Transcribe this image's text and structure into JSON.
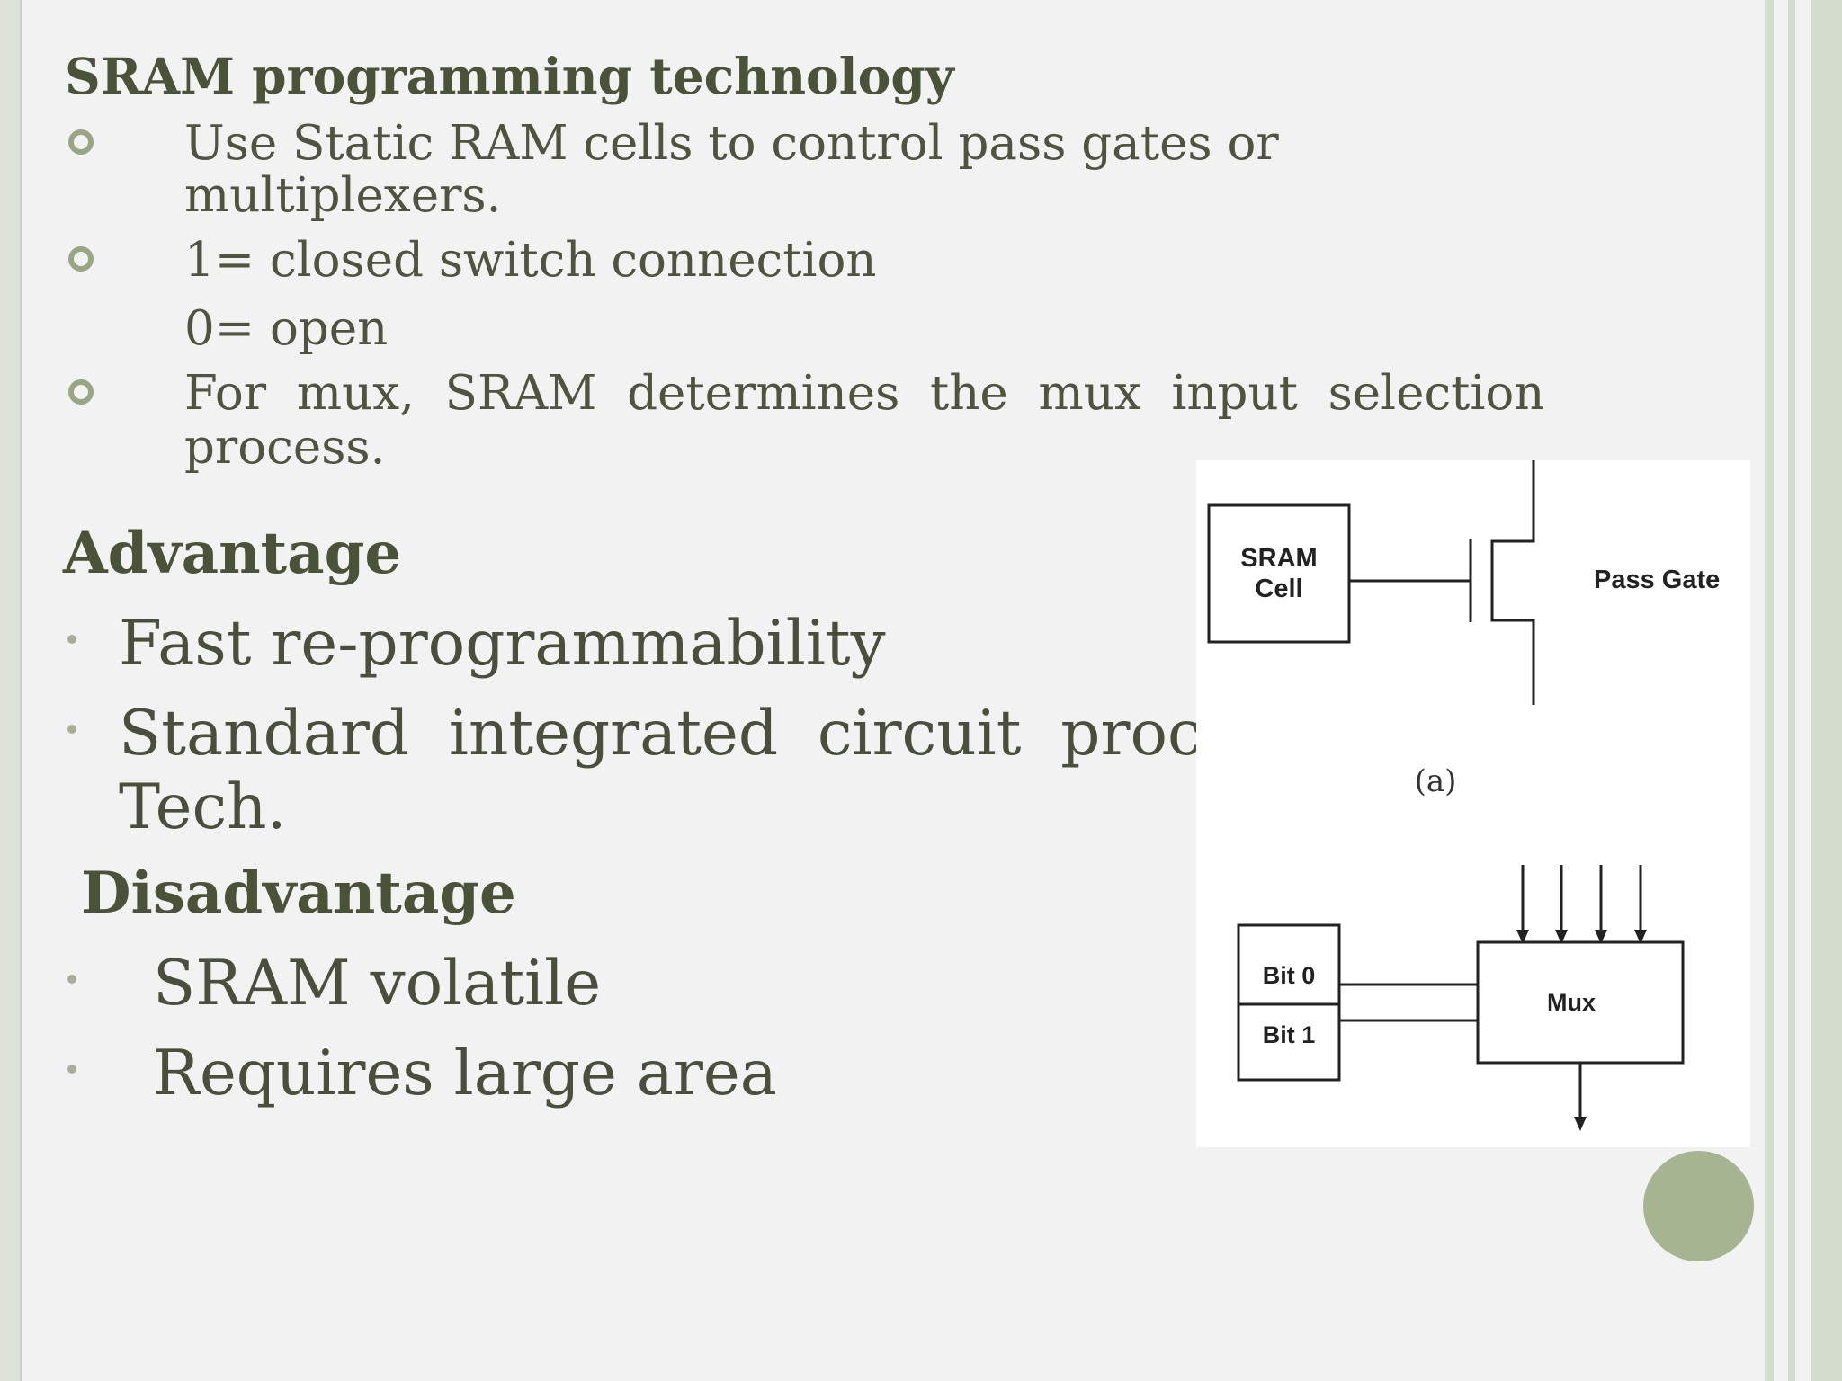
{
  "slide": {
    "title": "SRAM programming technology",
    "points": [
      {
        "line1": "Use Static RAM cells to control pass gates or",
        "line2": "multiplexers."
      },
      {
        "line1": "1= closed switch connection",
        "line2": "0=  open"
      },
      {
        "line1": "For  mux,  SRAM  determines  the  mux  input  selection",
        "line2": "process."
      }
    ],
    "advantage": {
      "heading": "Advantage",
      "items": [
        "Fast re-programmability",
        "Standard  integrated  circuit  process",
        "Tech."
      ]
    },
    "disadvantage": {
      "heading": "Disadvantage",
      "items": [
        "SRAM volatile",
        "Requires large area"
      ]
    }
  },
  "diagram": {
    "sram_cell_line1": "SRAM",
    "sram_cell_line2": "Cell",
    "pass_gate": "Pass Gate",
    "caption": "(a)",
    "bit0": "Bit 0",
    "bit1": "Bit 1",
    "mux": "Mux"
  },
  "colors": {
    "accent": "#a7b491",
    "heading": "#4a5238",
    "frame": "#d4dccd"
  }
}
